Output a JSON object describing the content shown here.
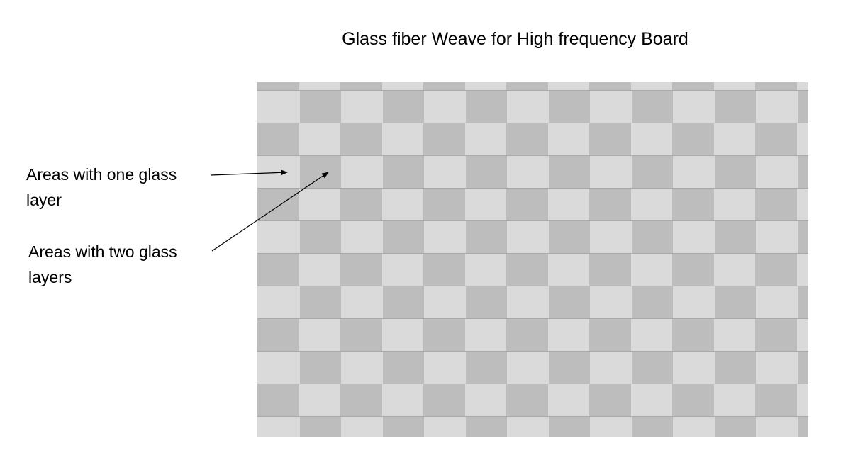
{
  "diagram": {
    "title": "Glass fiber Weave for High frequency Board",
    "callouts": [
      {
        "id": "one-layer",
        "label": "Areas with one glass\nlayer"
      },
      {
        "id": "two-layers",
        "label": "Areas with two glass\nlayers"
      }
    ],
    "weave": {
      "light_color": "#dadada",
      "dark_color": "#bdbdbd",
      "line_color": "#a9a9a9"
    }
  }
}
